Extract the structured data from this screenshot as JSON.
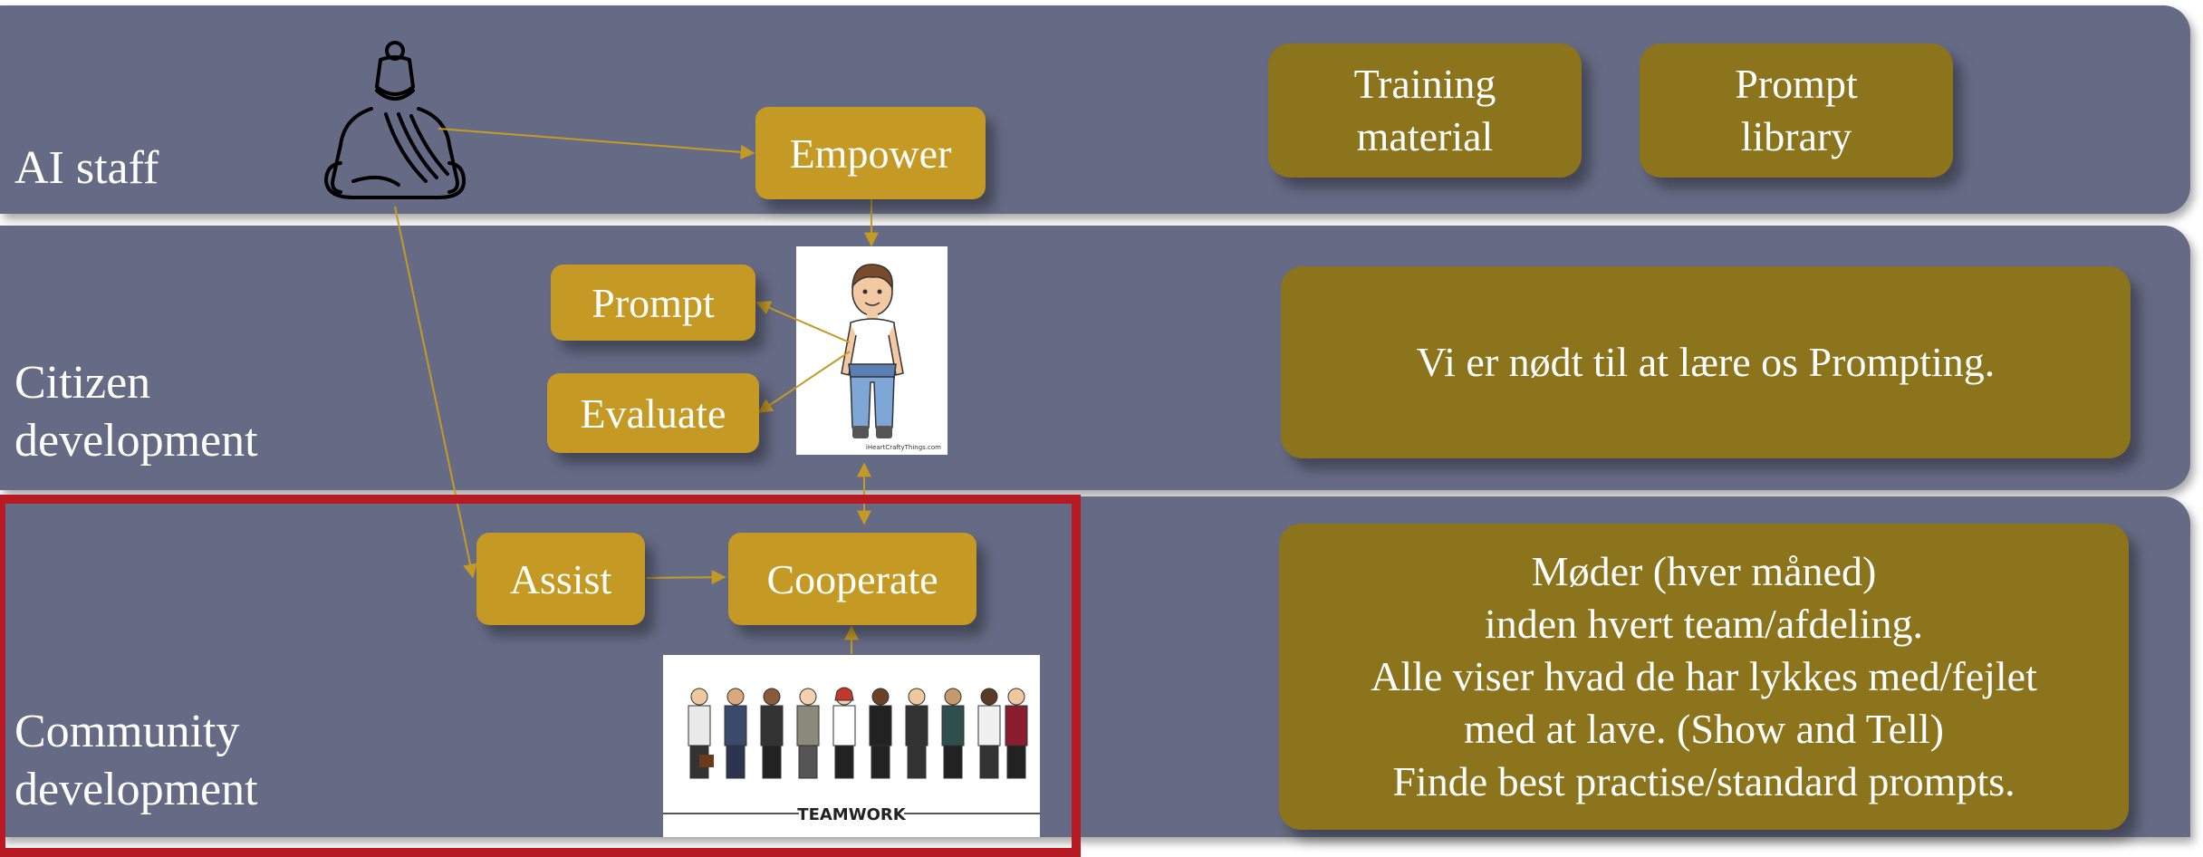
{
  "bands": {
    "ai_staff": "AI staff",
    "citizen": "Citizen\ndevelopment",
    "community": "Community\ndevelopment"
  },
  "boxes": {
    "empower": "Empower",
    "prompt": "Prompt",
    "evaluate": "Evaluate",
    "assist": "Assist",
    "cooperate": "Cooperate",
    "training": "Training\nmaterial",
    "library": "Prompt\nlibrary",
    "citizen_note": "Vi er nødt til at lære os Prompting.",
    "community_note": "Møder (hver måned)\ninden hvert team/afdeling.\nAlle viser hvad de har lykkes med/fejlet\nmed at lave. (Show and Tell)\nFinde best practise/standard prompts."
  },
  "images": {
    "person_caption": "iHeartCraftyThings.com",
    "team_caption": "TEAMWORK"
  },
  "colors": {
    "band": "#666b85",
    "gold_box": "#c49a24",
    "olive_box": "#8b741c",
    "frame": "#b71a22",
    "arrow": "#c49a24"
  },
  "icons": {
    "ai_staff": "meditating-figure-icon"
  }
}
